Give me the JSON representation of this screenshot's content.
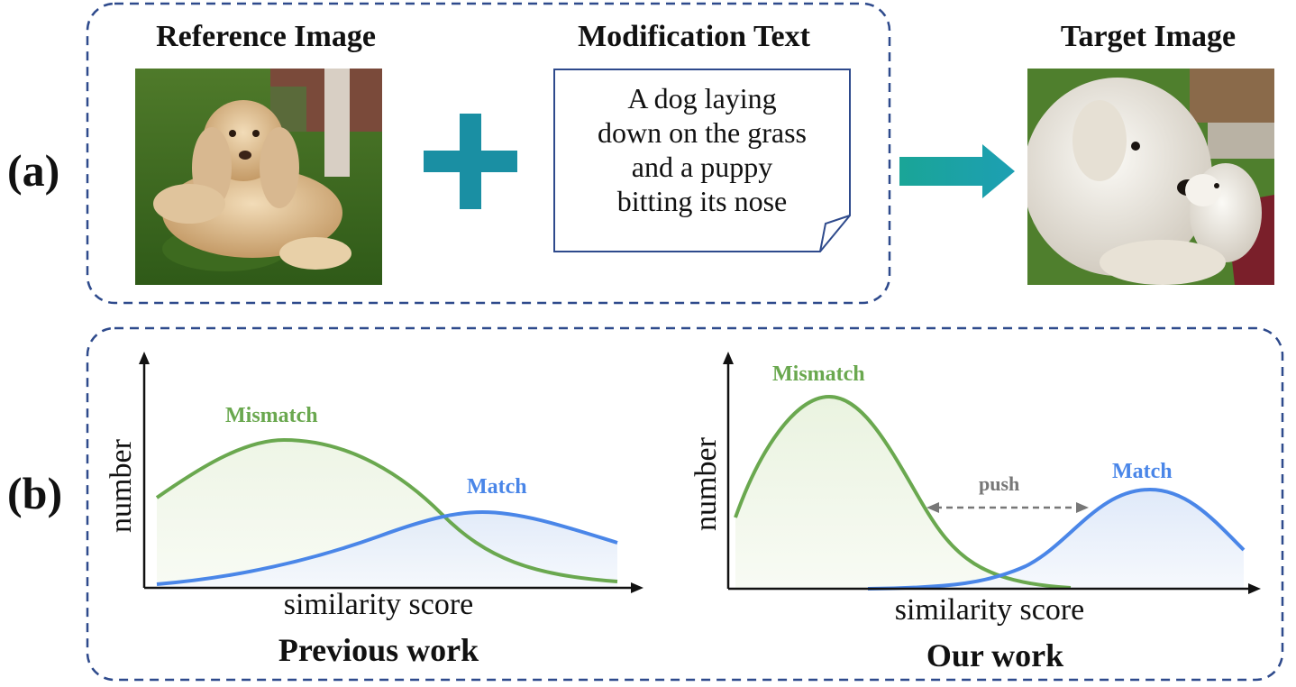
{
  "panel_a": {
    "label": "(a)",
    "reference_title": "Reference Image",
    "modification_title": "Modification Text",
    "target_title": "Target Image",
    "modification_lines": [
      "A dog laying",
      "down on the grass",
      "and a puppy",
      "bitting its nose"
    ]
  },
  "panel_b": {
    "label": "(b)",
    "previous": {
      "caption": "Previous work",
      "xlabel": "similarity score",
      "ylabel": "number",
      "mismatch_label": "Mismatch",
      "match_label": "Match"
    },
    "ours": {
      "caption": "Our work",
      "xlabel": "similarity score",
      "ylabel": "number",
      "mismatch_label": "Mismatch",
      "match_label": "Match",
      "push_label": "push"
    }
  },
  "colors": {
    "dashed_border": "#2e4a8c",
    "plus": "#1a8fa3",
    "arrow": "#1aa597",
    "mismatch": "#6aa84f",
    "match": "#4a86e8",
    "push": "#777777"
  }
}
